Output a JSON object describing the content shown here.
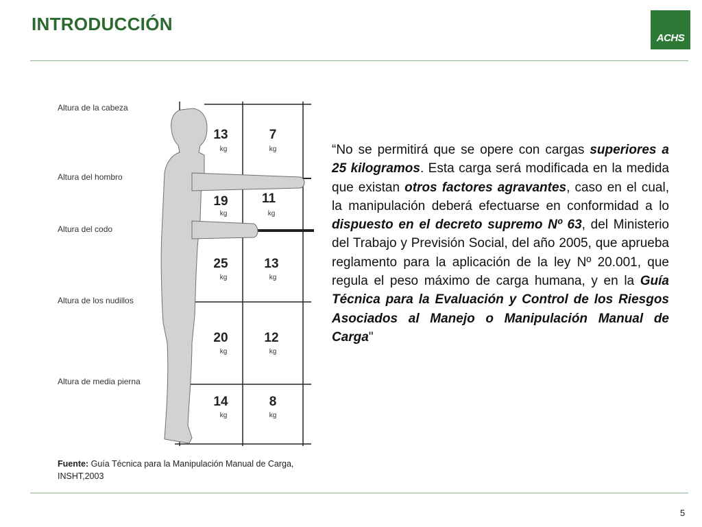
{
  "title": "INTRODUCCIÓN",
  "logo": {
    "text": "ACHS",
    "color": "#2d7a36"
  },
  "figure": {
    "height_labels": [
      "Altura de la cabeza",
      "Altura del hombro",
      "Altura del codo",
      "Altura de los nudillos",
      "Altura de media pierna"
    ],
    "cells": [
      {
        "close": "13",
        "far": "7"
      },
      {
        "close": "19",
        "far": "11"
      },
      {
        "close": "25",
        "far": "13"
      },
      {
        "close": "20",
        "far": "12"
      },
      {
        "close": "14",
        "far": "8"
      }
    ],
    "unit": "kg"
  },
  "quote": {
    "p1": "“No se permitirá que se opere con cargas ",
    "b1": "superiores a 25 kilogramos",
    "p2": ". Esta carga será modificada en la medida que existan ",
    "b2": "otros factores agravantes",
    "p3": ", caso en el cual, la manipulación deberá efectuarse en conformidad a lo ",
    "b3": "dispuesto en el decreto supremo Nº 63",
    "p4": ", del Ministerio del Trabajo y Previsión Social, del año 2005, que aprueba reglamento para la aplicación de la ley Nº 20.001, que regula el peso máximo de carga humana, y en la ",
    "b4": "Guía Técnica para la Evaluación y Control de los Riesgos Asociados al Manejo o Manipulación Manual de Carga",
    "p5": "\""
  },
  "source": {
    "label": "Fuente:",
    "text": " Guía Técnica para la Manipulación Manual de Carga, INSHT,2003"
  },
  "page_number": "5",
  "colors": {
    "title": "#2b6a2e",
    "rule": "#8fb08f"
  }
}
